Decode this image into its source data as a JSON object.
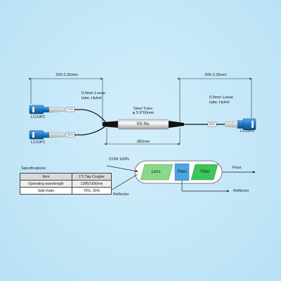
{
  "dimensions": {
    "left": "220-2.25mm",
    "right": "205-2.25mm",
    "middle": "382mm"
  },
  "loose_tube_left": "0.9mm Loose tube, Hytrel",
  "loose_tube_right": "0.9mm Loose tube, Hytrel",
  "steel_tube": {
    "line1": "Steel Tube:",
    "line2": "φ 5.5*60mm"
  },
  "sn_label": "SN No.",
  "connectors": {
    "left_top": "LC/UPC",
    "left_bottom": "LC/UPC",
    "right": "LC/UPC"
  },
  "fiber_tags": {
    "left_top": "70%",
    "left_bottom": "30%",
    "right": "30%"
  },
  "specs": {
    "title": "Specifications:",
    "rows": [
      {
        "label": "Item",
        "value": "1*2 Tap Coupler"
      },
      {
        "label": "Operating wavelength",
        "value": "1286/1650nm"
      },
      {
        "label": "Split Ratio",
        "value": "70%, 30%"
      }
    ]
  },
  "schematic": {
    "com_label": "COM 100%",
    "lens": "Lens",
    "filter1": "Filter",
    "filter2": "Filter",
    "pass": "Pass",
    "reflector_left": "Reflector",
    "reflector_right": "Reflector"
  },
  "colors": {
    "connector_blue": "#1f76c2",
    "lens_green": "#8bd88b",
    "filter_blue": "#4aa6e0",
    "filter_green": "#3cc65a"
  }
}
